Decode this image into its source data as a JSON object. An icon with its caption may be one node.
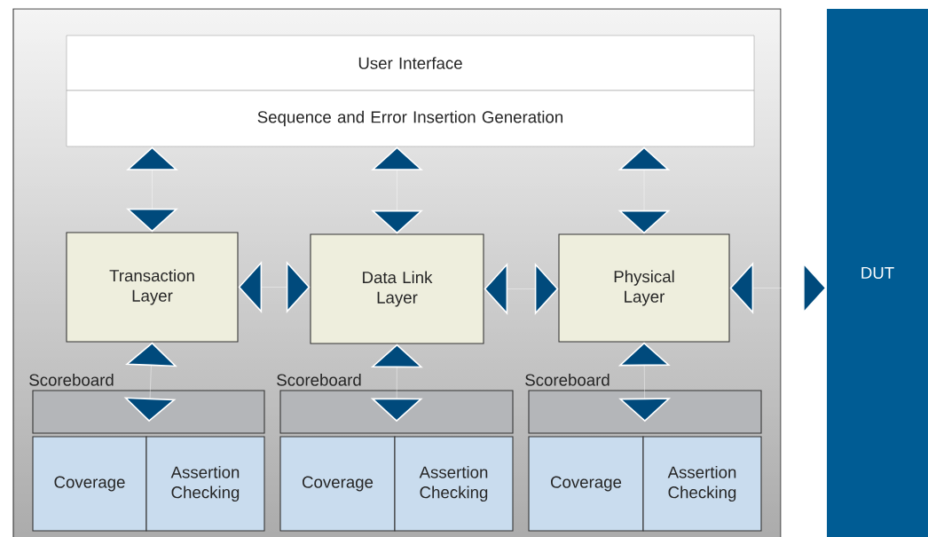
{
  "diagram": {
    "nodes": [
      {
        "text": [
          "User Interface"
        ]
      },
      {
        "text": [
          "Sequence and Error Insertion Generation"
        ]
      },
      {
        "text": [
          "Transaction Layer"
        ]
      },
      {
        "text": [
          "Data Link Layer"
        ]
      },
      {
        "text": [
          "Physical Layer"
        ]
      },
      {
        "text": [
          "DUT"
        ]
      },
      {
        "text": [
          "Scoreboard"
        ]
      },
      {
        "text": [
          "Scoreboard"
        ]
      },
      {
        "text": [
          "Scoreboard"
        ]
      },
      {
        "text": [
          "Coverage"
        ]
      },
      {
        "text": [
          "Assertion Checking"
        ]
      },
      {
        "text": [
          "Coverage"
        ]
      },
      {
        "text": [
          "Assertion Checking"
        ]
      },
      {
        "text": [
          "Coverage"
        ]
      },
      {
        "text": [
          "Assertion Checking"
        ]
      }
    ],
    "edges": [
      {
        "from": 1,
        "to": 2,
        "arrow": "both"
      },
      {
        "from": 1,
        "to": 3,
        "arrow": "both"
      },
      {
        "from": 1,
        "to": 4,
        "arrow": "both"
      },
      {
        "from": 2,
        "to": 3,
        "arrow": "both"
      },
      {
        "from": 3,
        "to": 4,
        "arrow": "both"
      },
      {
        "from": 4,
        "to": 5,
        "arrow": "both"
      },
      {
        "from": 2,
        "to": 6,
        "arrow": "both"
      },
      {
        "from": 3,
        "to": 7,
        "arrow": "both"
      },
      {
        "from": 4,
        "to": 8,
        "arrow": "both"
      }
    ]
  }
}
